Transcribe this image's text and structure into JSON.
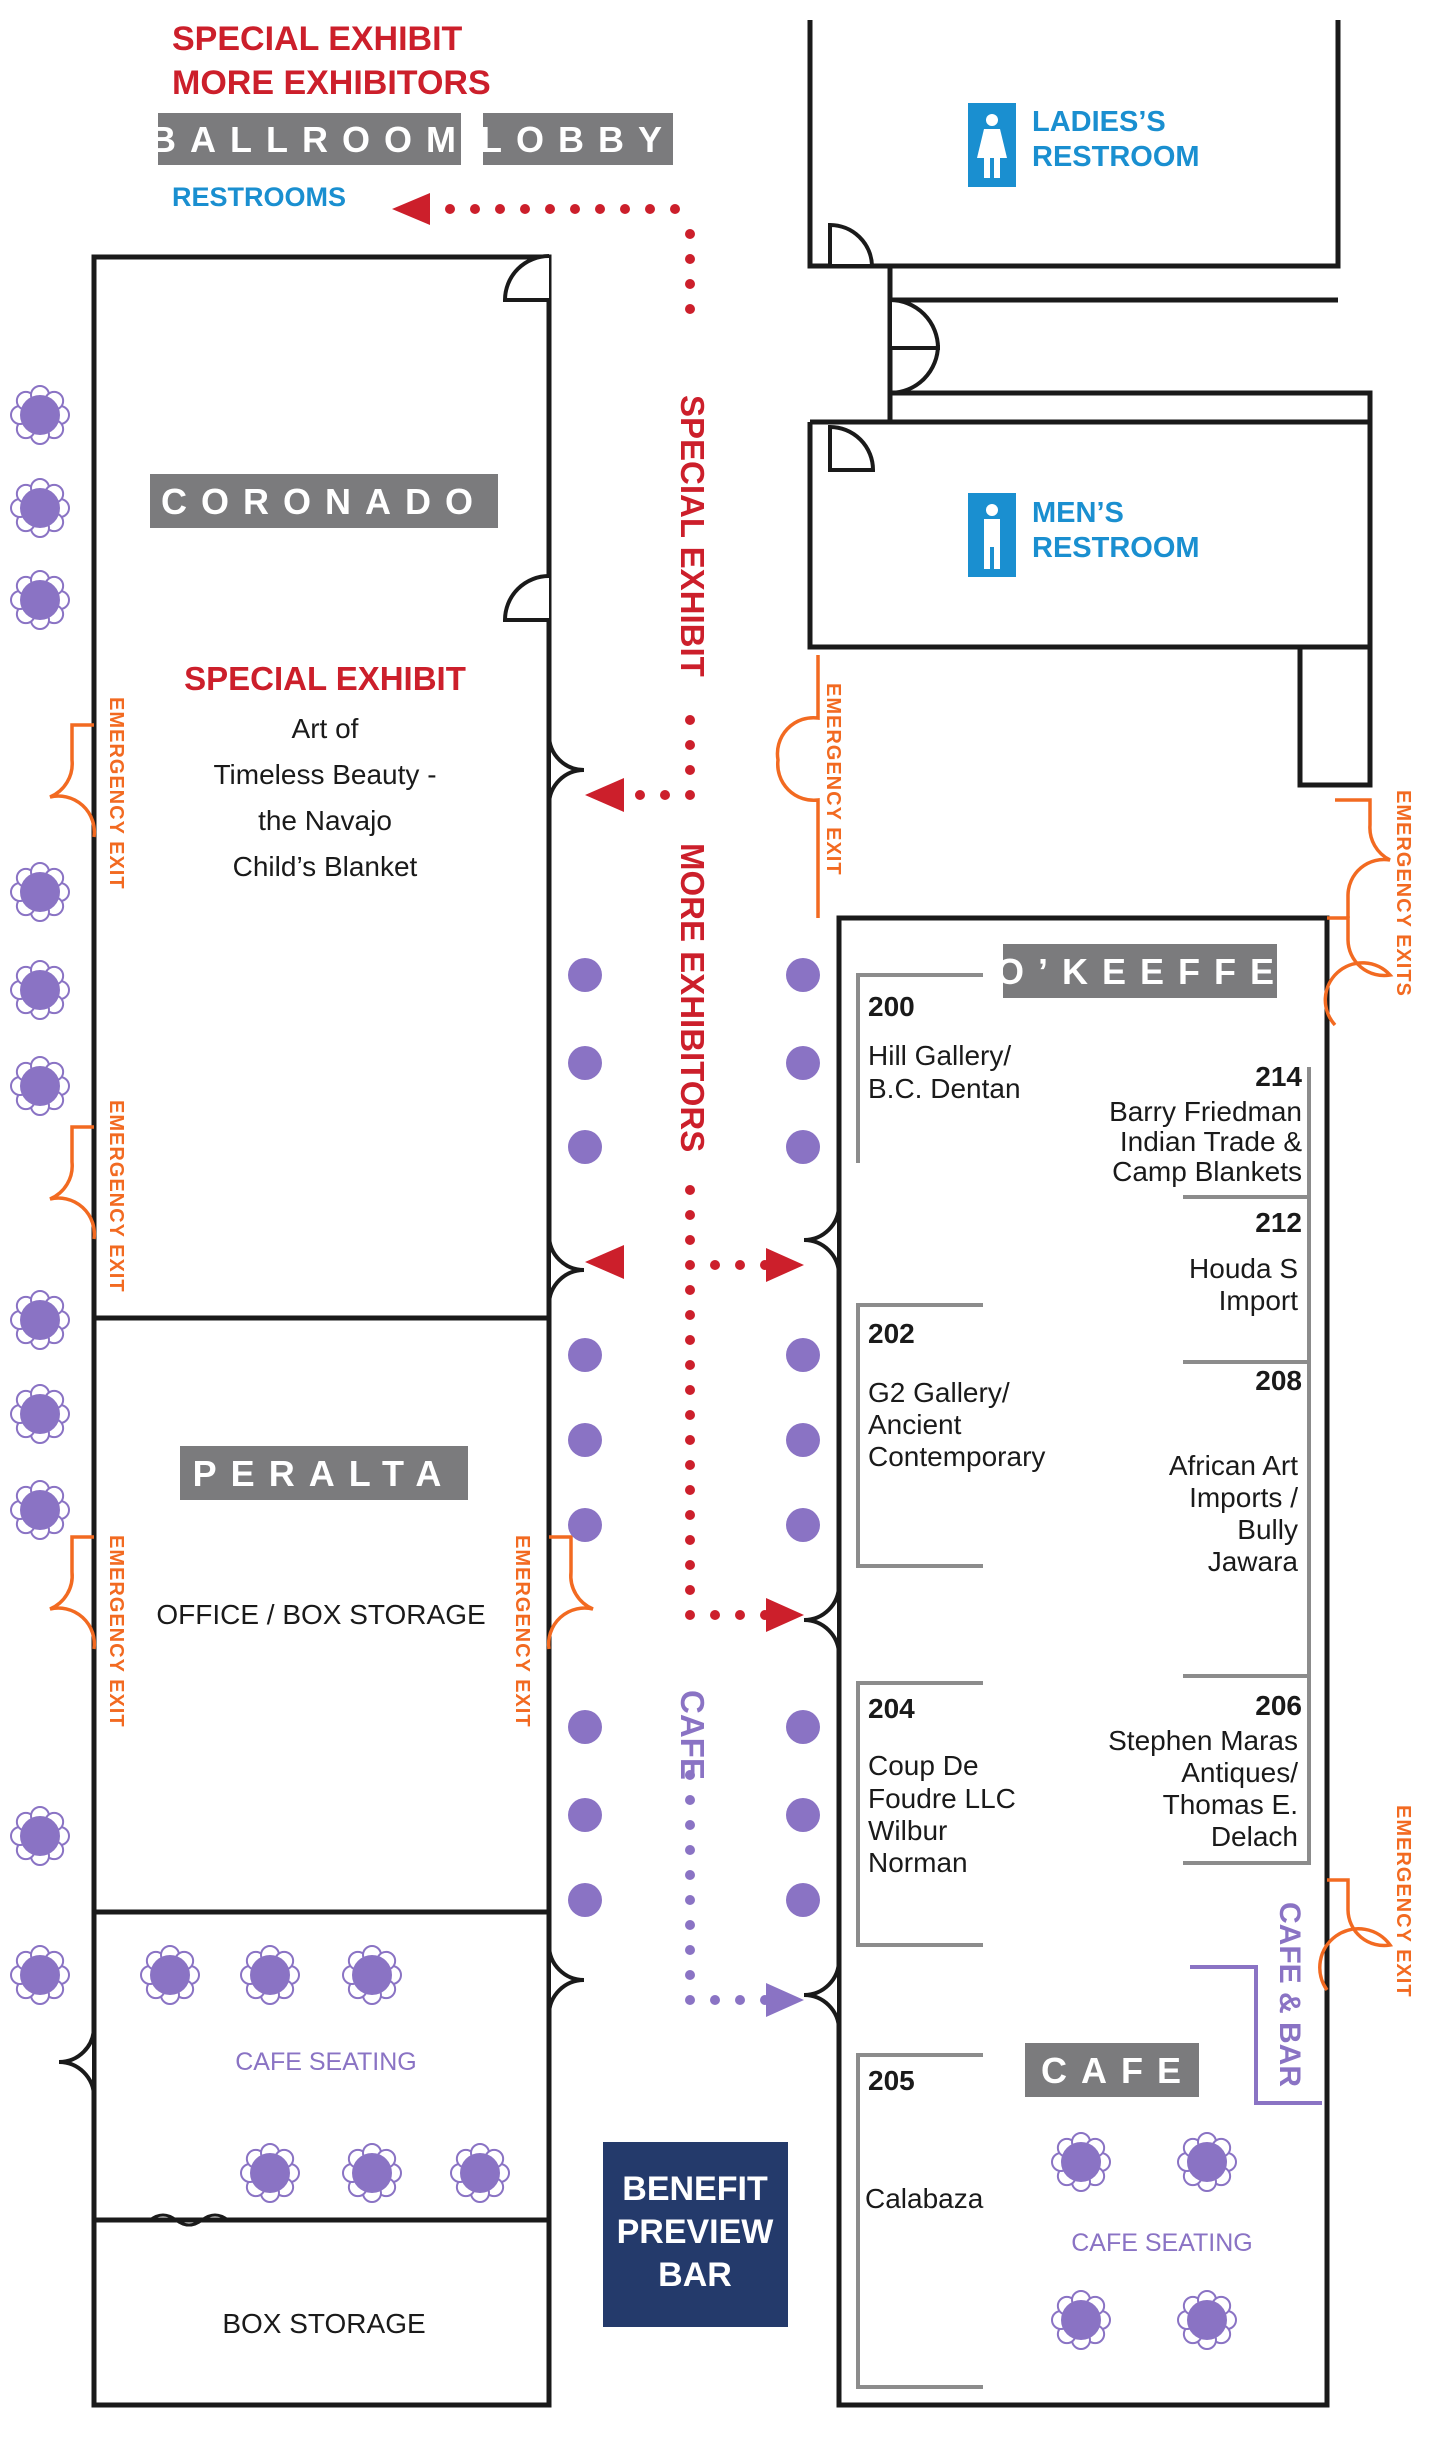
{
  "top_labels": {
    "line1": "SPECIAL EXHIBIT",
    "line2": "MORE EXHIBITORS",
    "ballroom": "BALLROOM",
    "lobby": "LOBBY",
    "restrooms": "RESTROOMS"
  },
  "restrooms": {
    "ladies_line1": "LADIES’S",
    "ladies_line2": "RESTROOM",
    "mens_line1": "MEN’S",
    "mens_line2": "RESTROOM"
  },
  "rooms": {
    "coronado": "CORONADO",
    "peralta": "PERALTA",
    "okeeffe": "O’KEEFFE",
    "cafe": "CAFE"
  },
  "coronado_exhibit": {
    "heading": "SPECIAL EXHIBIT",
    "lines": [
      "Art of",
      "Timeless Beauty -",
      "the Navajo",
      "Child’s Blanket"
    ]
  },
  "peralta_text": "OFFICE / BOX STORAGE",
  "cafe_seating_left": "CAFE SEATING",
  "cafe_seating_right": "CAFE SEATING",
  "box_storage": "BOX STORAGE",
  "benefit_bar": [
    "BENEFIT",
    "PREVIEW",
    "BAR"
  ],
  "corridor": {
    "special_exhibit": "SPECIAL EXHIBIT",
    "more_exhibitors": "MORE EXHIBITORS",
    "cafe": "CAFE"
  },
  "cafe_bar": "CAFE & BAR",
  "emergency_exit": "EMERGENCY EXIT",
  "emergency_exits": "EMERGENCY EXITS",
  "booths": {
    "b200": {
      "number": "200",
      "lines": [
        "Hill Gallery/",
        "B.C. Dentan"
      ]
    },
    "b202": {
      "number": "202",
      "lines": [
        "G2 Gallery/",
        "Ancient",
        "Contemporary"
      ]
    },
    "b204": {
      "number": "204",
      "lines": [
        "Coup De",
        "Foudre LLC",
        "Wilbur",
        "Norman"
      ]
    },
    "b205": {
      "number": "205",
      "lines": [
        "Calabaza"
      ]
    },
    "b214": {
      "number": "214",
      "lines": [
        "Barry Friedman",
        "Indian Trade &",
        "Camp Blankets"
      ]
    },
    "b212": {
      "number": "212",
      "lines": [
        "Houda S",
        "Import"
      ]
    },
    "b208": {
      "number": "208",
      "lines": [
        "African Art",
        "Imports /",
        "Bully",
        "Jawara"
      ]
    },
    "b206": {
      "number": "206",
      "lines": [
        "Stephen Maras",
        "Antiques/",
        "Thomas E.",
        "Delach"
      ]
    }
  },
  "colors": {
    "red": "#cc1f2b",
    "blue": "#1a8fd0",
    "orange": "#f26a21",
    "purple": "#8a73c4",
    "navy": "#243a6b",
    "label_gray": "#7b7b7d"
  }
}
